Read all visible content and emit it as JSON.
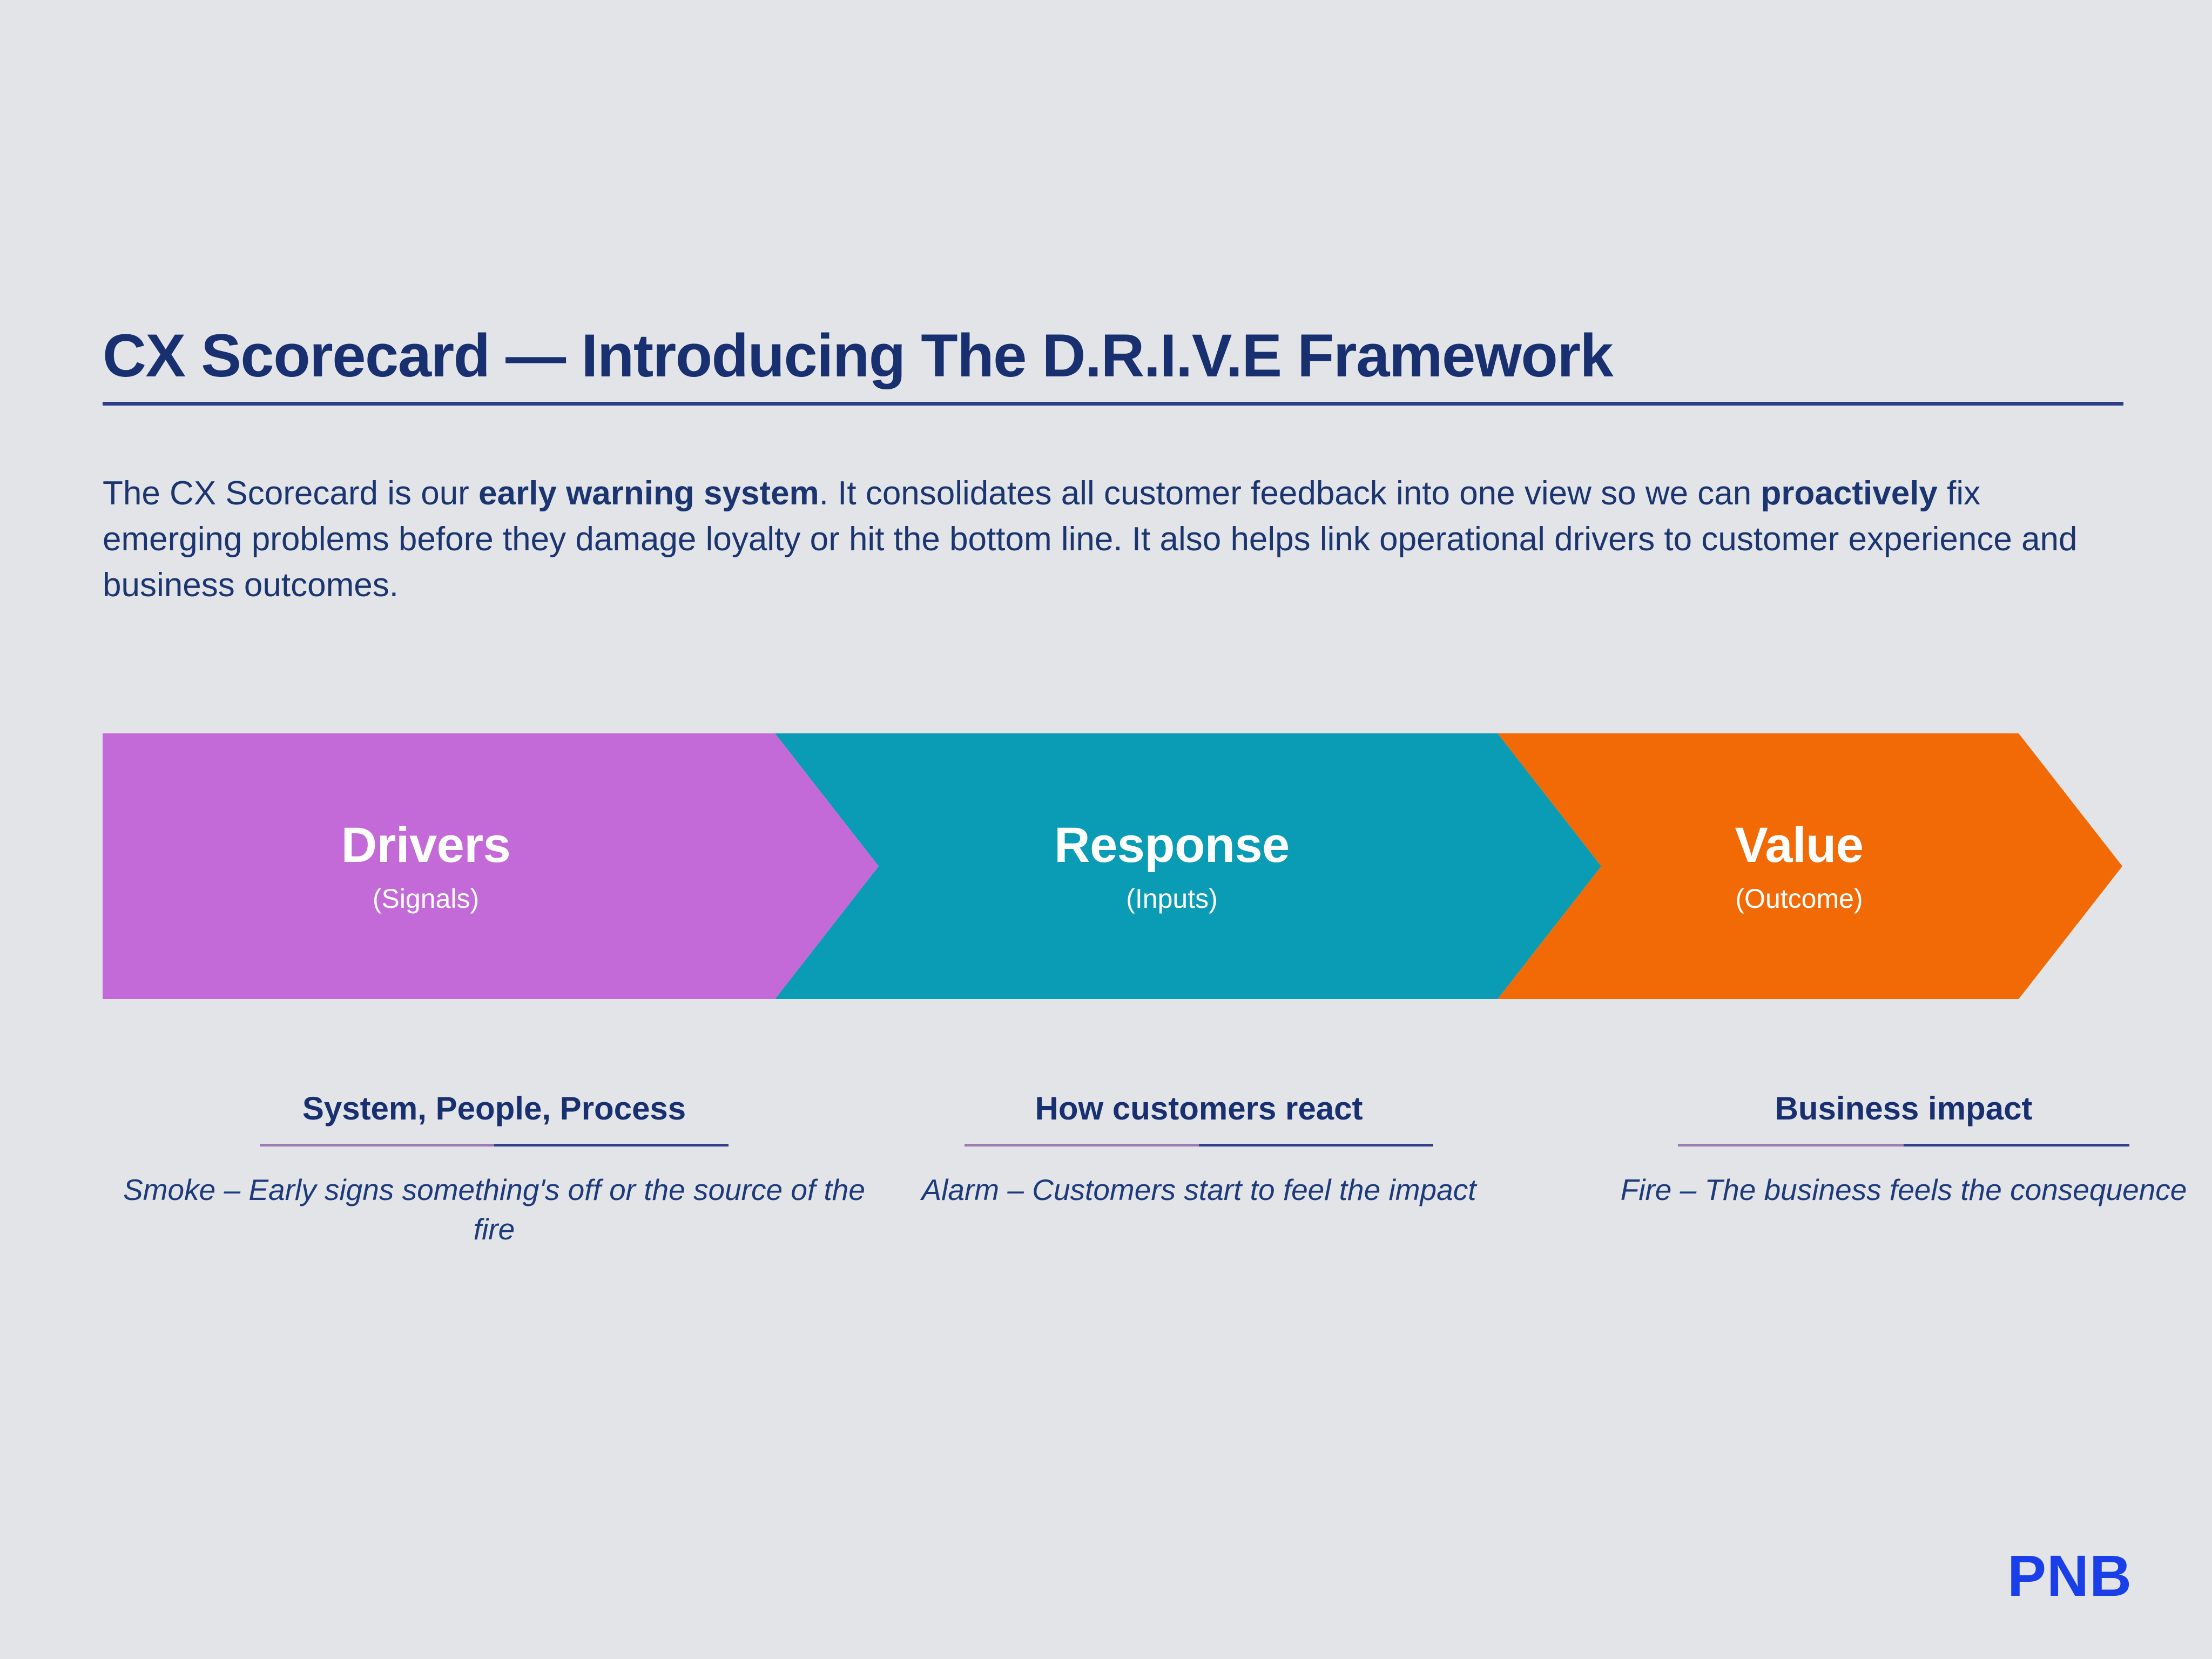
{
  "slide": {
    "background_color": "#e2e4e7",
    "title": "CX Scorecard — Introducing The D.R.I.V.E Framework",
    "intro": {
      "part1": "The CX Scorecard is our ",
      "bold1": "early warning system",
      "part2": ". It consolidates all customer feedback into one view so we can ",
      "bold2": "proactively",
      "part3": " fix emerging problems before they damage loyalty or hit the bottom line. It also helps link operational drivers to customer experience and business outcomes."
    },
    "logo": "PNB",
    "logo_color": "#1a3fe8",
    "title_color": "#18306f",
    "body_color": "#1b3570"
  },
  "chart_data": {
    "type": "diagram",
    "subtype": "chevron-process-flow",
    "title": "D.R.I.V.E Framework",
    "stages": [
      {
        "label": "Drivers",
        "sublabel": "(Signals)",
        "color": "#c46ad8",
        "caption_head": "System, People, Process",
        "caption_body": "Smoke – Early signs something's off or the source of the fire"
      },
      {
        "label": "Response",
        "sublabel": "(Inputs)",
        "color": "#0a9cb4",
        "caption_head": "How customers react",
        "caption_body": "Alarm – Customers start to feel the impact"
      },
      {
        "label": "Value",
        "sublabel": "(Outcome)",
        "color": "#f26a05",
        "caption_head": "Business impact",
        "caption_body": "Fire – The business feels the consequence"
      }
    ]
  }
}
